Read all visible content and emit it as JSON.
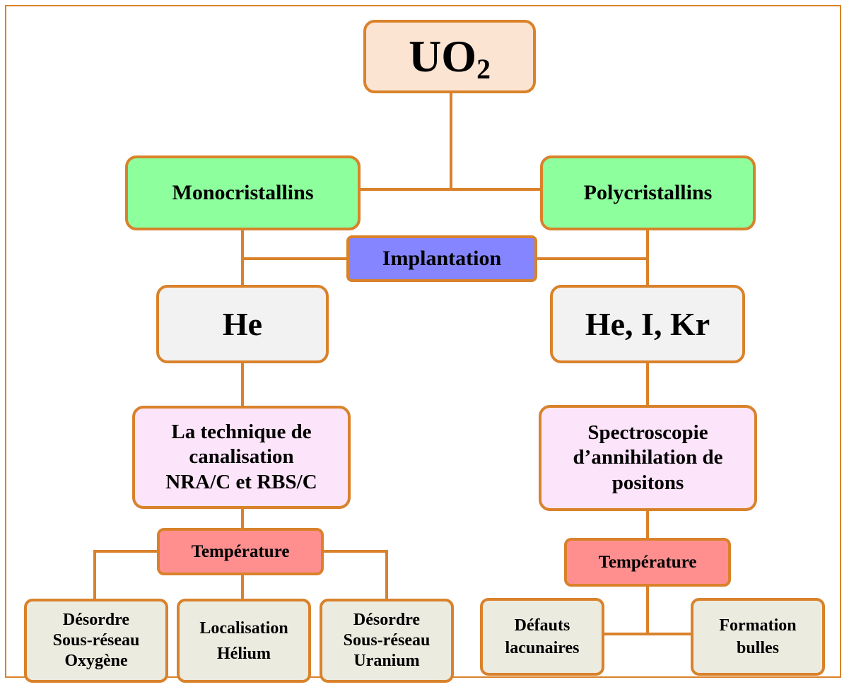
{
  "colors": {
    "stroke": "#d9822b",
    "root_fill": "#fce4d2",
    "crystal_fill": "#8dff9d",
    "implant_fill": "#8585ff",
    "element_fill": "#f2f2f2",
    "technique_fill": "#fce4fa",
    "temperature_fill": "#ff8f8f",
    "result_fill": "#ecebe0"
  },
  "root": {
    "main": "UO",
    "sub": "2"
  },
  "mono": {
    "label": "Monocristallins"
  },
  "poly": {
    "label": "Polycristallins"
  },
  "implantation": {
    "label": "Implantation"
  },
  "he": {
    "label": "He"
  },
  "heikr": {
    "label": "He, I, Kr"
  },
  "canalisation": {
    "lines": [
      "La technique de",
      "canalisation",
      "NRA/C et RBS/C"
    ]
  },
  "spectroscopie": {
    "lines": [
      "Spectroscopie",
      "d’annihilation de",
      "positons"
    ]
  },
  "temp_left": {
    "label": "Température"
  },
  "temp_right": {
    "label": "Température"
  },
  "desordre_o": {
    "lines": [
      "Désordre",
      "Sous-réseau",
      "Oxygène"
    ]
  },
  "localisation": {
    "lines": [
      "Localisation",
      "Hélium"
    ]
  },
  "desordre_u": {
    "lines": [
      "Désordre",
      "Sous-réseau",
      "Uranium"
    ]
  },
  "defauts": {
    "lines": [
      "Défauts",
      "lacunaires"
    ]
  },
  "bulles": {
    "lines": [
      "Formation",
      "bulles"
    ]
  }
}
